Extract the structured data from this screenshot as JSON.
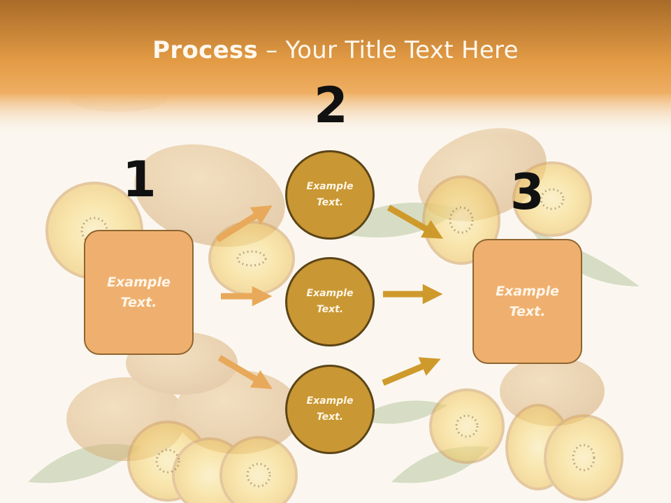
{
  "title": {
    "bold": "Process",
    "rest": " – Your Title Text Here"
  },
  "steps": [
    {
      "number": "1",
      "label": "Example\nText."
    },
    {
      "number": "2",
      "label": ""
    },
    {
      "number": "3",
      "label": "Example\nText."
    }
  ],
  "circles": [
    {
      "label": "Example\nText."
    },
    {
      "label": "Example\nText."
    },
    {
      "label": "Example\nText."
    }
  ],
  "colors": {
    "header": "#e39b45",
    "box_fill": "#efb06f",
    "circle_fill": "#c99733",
    "arrow_left": "#e8a95a",
    "arrow_right": "#cf9a2c"
  },
  "icons": {
    "background": "golden-kiwi-photo"
  }
}
